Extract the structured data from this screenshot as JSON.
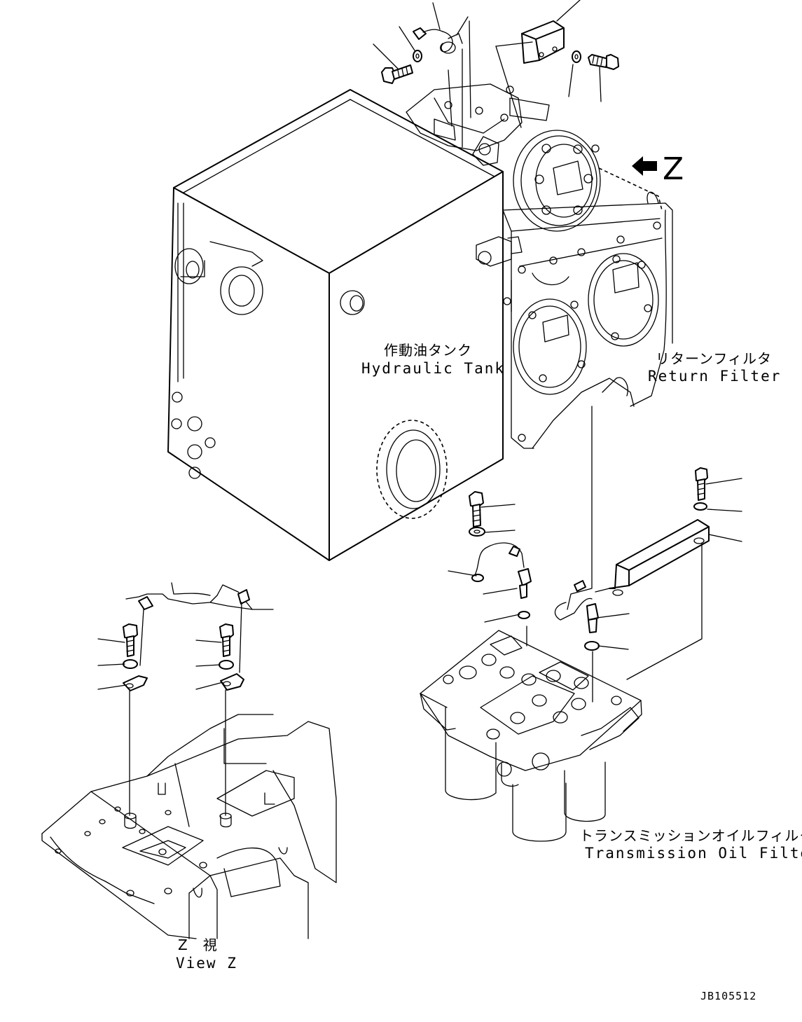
{
  "labels": {
    "hydraulic_tank_jp": "作動油タンク",
    "hydraulic_tank_en": "Hydraulic Tank",
    "return_filter_jp": "リターンフィルタ",
    "return_filter_en": "Return Filter",
    "transmission_filter_jp": "トランスミッションオイルフィルタ",
    "transmission_filter_en": "Transmission Oil Filter",
    "view_z_jp": "Z　視",
    "view_z_en": "View Z",
    "view_arrow_letter": "Z",
    "drawing_code": "JB105512"
  }
}
